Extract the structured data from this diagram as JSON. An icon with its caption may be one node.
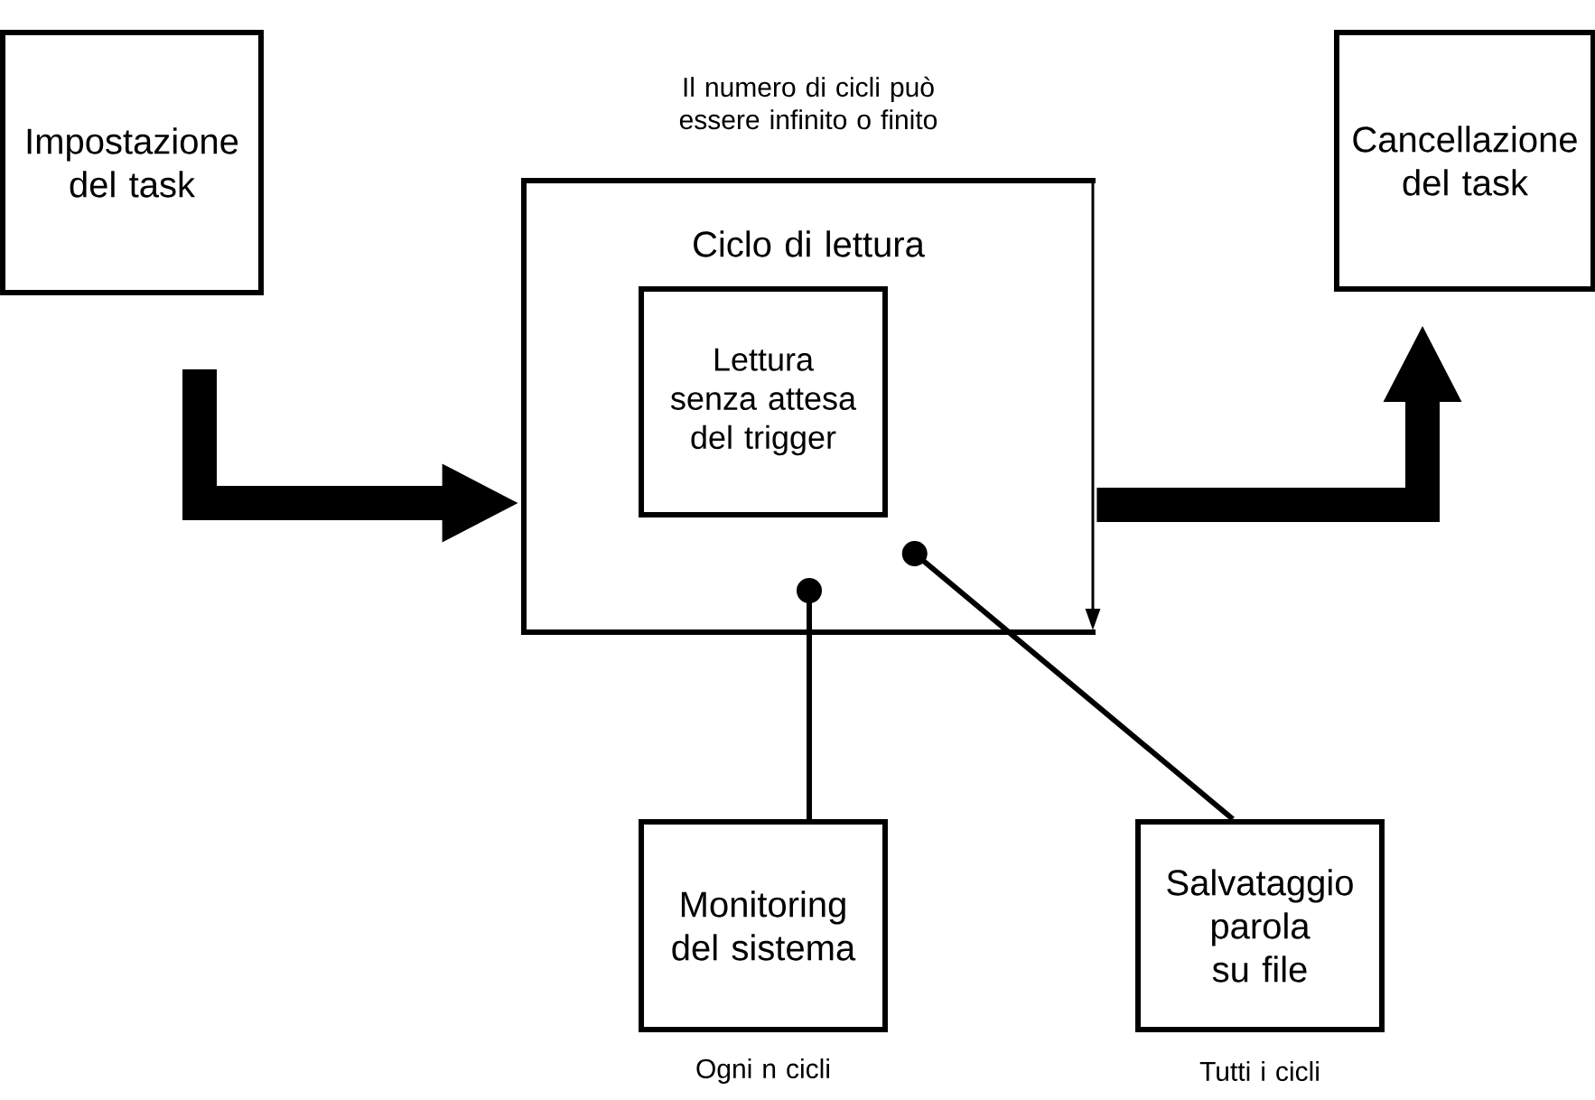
{
  "diagram": {
    "nodes": [
      {
        "text": [
          "Impostazione del task"
        ]
      },
      {
        "text": [
          "Ciclo di lettura"
        ],
        "beside": [
          "Il numero di cicli può essere infinito o finito"
        ]
      },
      {
        "text": [
          "Lettura senza attesa del trigger"
        ],
        "in": 1
      },
      {
        "text": [
          "Cancellazione del task"
        ]
      },
      {
        "text": [
          "Monitoring del sistema"
        ],
        "beside": [
          "Ogni n cicli"
        ]
      },
      {
        "text": [
          "Salvataggio parola su file"
        ],
        "beside": [
          "Tutti i cicli"
        ]
      }
    ],
    "edges": [
      {
        "from": 0,
        "to": 1,
        "arrow": "to",
        "style": "thick"
      },
      {
        "from": 1,
        "to": 3,
        "arrow": "to",
        "style": "thick"
      },
      {
        "from": 4,
        "to": 1,
        "arrow": "other"
      },
      {
        "from": 5,
        "to": 2,
        "arrow": "other"
      }
    ]
  }
}
